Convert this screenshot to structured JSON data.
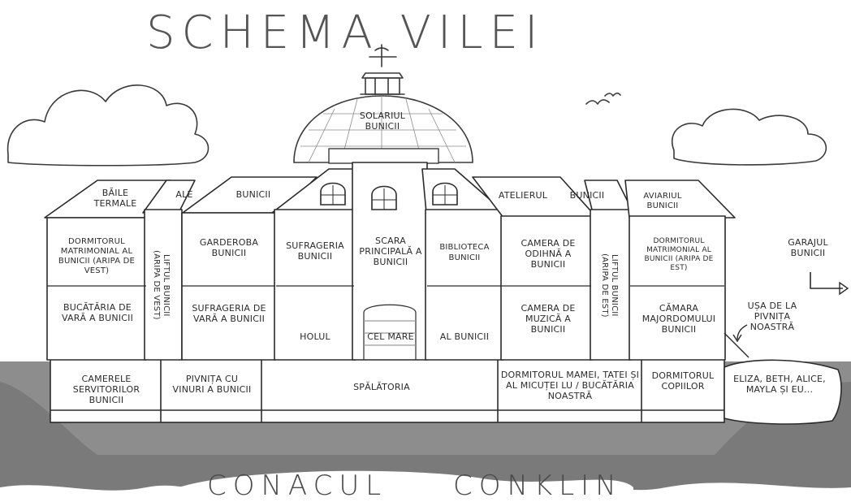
{
  "title": "SCHEMA VILEI",
  "footer": {
    "left": "CONACUL",
    "right": "CONKLIN"
  },
  "colors": {
    "ink": "#2b2b2b",
    "ground": "#7d7d7d",
    "groundDark": "#5f5f5f",
    "wall": "#ffffff"
  },
  "rooms": {
    "solariul": "SOLARIUL BUNICII",
    "baile": "BĂILE TERMALE",
    "ale": "ALE",
    "bunicii_left_roof": "BUNICII",
    "dormitor_vest": "DORMITORUL MATRIMONIAL AL BUNICII (ARIPA DE VEST)",
    "bucataria_vara": "BUCĂTĂRIA DE VARĂ A BUNICII",
    "liftul_vest": "LIFTUL BUNICII (ARIPA DE VEST)",
    "garderoba": "GARDEROBA BUNICII",
    "sufrageria_vara": "SUFRAGERIA DE VARĂ A BUNICII",
    "sufrageria": "SUFRAGERIA BUNICII",
    "holul": "HOLUL",
    "scara": "SCARA PRINCIPALĂ A BUNICII",
    "cel_mare": "CEL MARE",
    "biblioteca": "BIBLIOTECA BUNICII",
    "al_bunicii": "AL BUNICII",
    "atelierul": "ATELIERUL",
    "bunicii_right_roof": "BUNICII",
    "camera_odihna": "CAMERA DE ODIHNĂ A BUNICII",
    "camera_muzica": "CAMERA DE MUZICĂ A BUNICII",
    "liftul_est": "LIFTUL BUNICII (ARIPA DE EST)",
    "aviariul": "AVIARIUL BUNICII",
    "dormitor_est": "DORMITORUL MATRIMONIAL AL BUNICII (ARIPA DE EST)",
    "camara": "CĂMARA MAJORDOMULUI BUNICII",
    "garajul": "GARAJUL BUNICII",
    "usa": "UȘA DE LA PIVNIȚA NOASTRĂ",
    "camerele": "CAMERELE SERVITORILOR BUNICII",
    "pivnita": "PIVNIȚA CU VINURI A BUNICII",
    "spalatoria": "SPĂLĂTORIA",
    "dormitorul_mamei": "DORMITORUL MAMEI, TATEI ȘI AL MICUȚEI LU / BUCĂTĂRIA NOASTRĂ",
    "dormitorul_copiilor": "DORMITORUL COPIILOR",
    "eliza": "ELIZA, BETH, ALICE, MAYLA ȘI EU..."
  }
}
